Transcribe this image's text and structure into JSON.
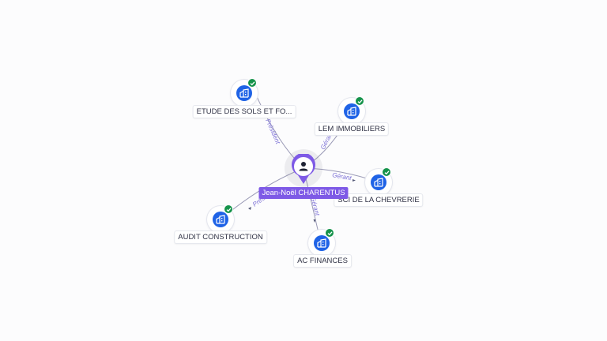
{
  "person": {
    "name": "Jean-Noël CHARENTUS",
    "icon": "person-icon",
    "color": "#7e5ae6"
  },
  "companies": [
    {
      "id": "etude",
      "name": "ETUDE DES SOLS ET FO...",
      "role": "Président",
      "icon": "building-icon",
      "status": "verified"
    },
    {
      "id": "lem",
      "name": "LEM IMMOBILIERS",
      "role": "Gérant",
      "icon": "building-icon",
      "status": "verified"
    },
    {
      "id": "sci",
      "name": "SCI DE LA CHEVRERIE",
      "role": "Gérant",
      "icon": "building-icon",
      "status": "verified"
    },
    {
      "id": "ac",
      "name": "AC FINANCES",
      "role": "Gérant",
      "icon": "building-icon",
      "status": "verified"
    },
    {
      "id": "audit",
      "name": "AUDIT CONSTRUCTION",
      "role": "Président",
      "icon": "building-icon",
      "status": "verified"
    }
  ],
  "colors": {
    "company": "#1f63e6",
    "verified": "#16934b",
    "edge": "#9a9ab6",
    "edge_label": "#7b6fd6"
  }
}
